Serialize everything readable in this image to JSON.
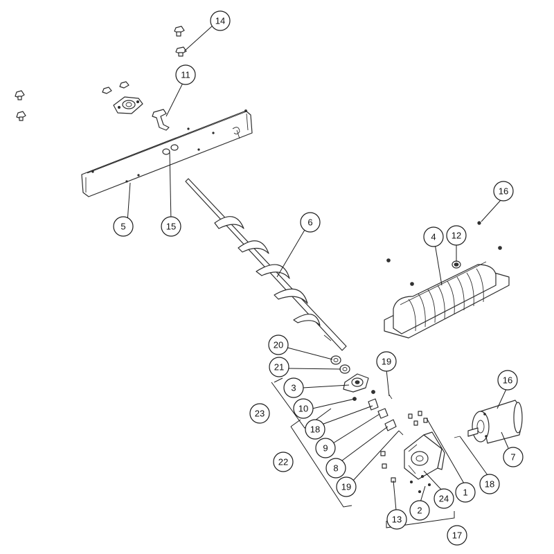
{
  "callouts": [
    {
      "id": "c14",
      "label": "14"
    },
    {
      "id": "c11",
      "label": "11"
    },
    {
      "id": "c5",
      "label": "5"
    },
    {
      "id": "c15",
      "label": "15"
    },
    {
      "id": "c6",
      "label": "6"
    },
    {
      "id": "c16a",
      "label": "16"
    },
    {
      "id": "c4",
      "label": "4"
    },
    {
      "id": "c12",
      "label": "12"
    },
    {
      "id": "c20",
      "label": "20"
    },
    {
      "id": "c21",
      "label": "21"
    },
    {
      "id": "c19a",
      "label": "19"
    },
    {
      "id": "c3",
      "label": "3"
    },
    {
      "id": "c10",
      "label": "10"
    },
    {
      "id": "c23",
      "label": "23"
    },
    {
      "id": "c18a",
      "label": "18"
    },
    {
      "id": "c16b",
      "label": "16"
    },
    {
      "id": "c9",
      "label": "9"
    },
    {
      "id": "c22",
      "label": "22"
    },
    {
      "id": "c8",
      "label": "8"
    },
    {
      "id": "c7",
      "label": "7"
    },
    {
      "id": "c19b",
      "label": "19"
    },
    {
      "id": "c18b",
      "label": "18"
    },
    {
      "id": "c1",
      "label": "1"
    },
    {
      "id": "c24",
      "label": "24"
    },
    {
      "id": "c2",
      "label": "2"
    },
    {
      "id": "c13",
      "label": "13"
    },
    {
      "id": "c17",
      "label": "17"
    }
  ]
}
